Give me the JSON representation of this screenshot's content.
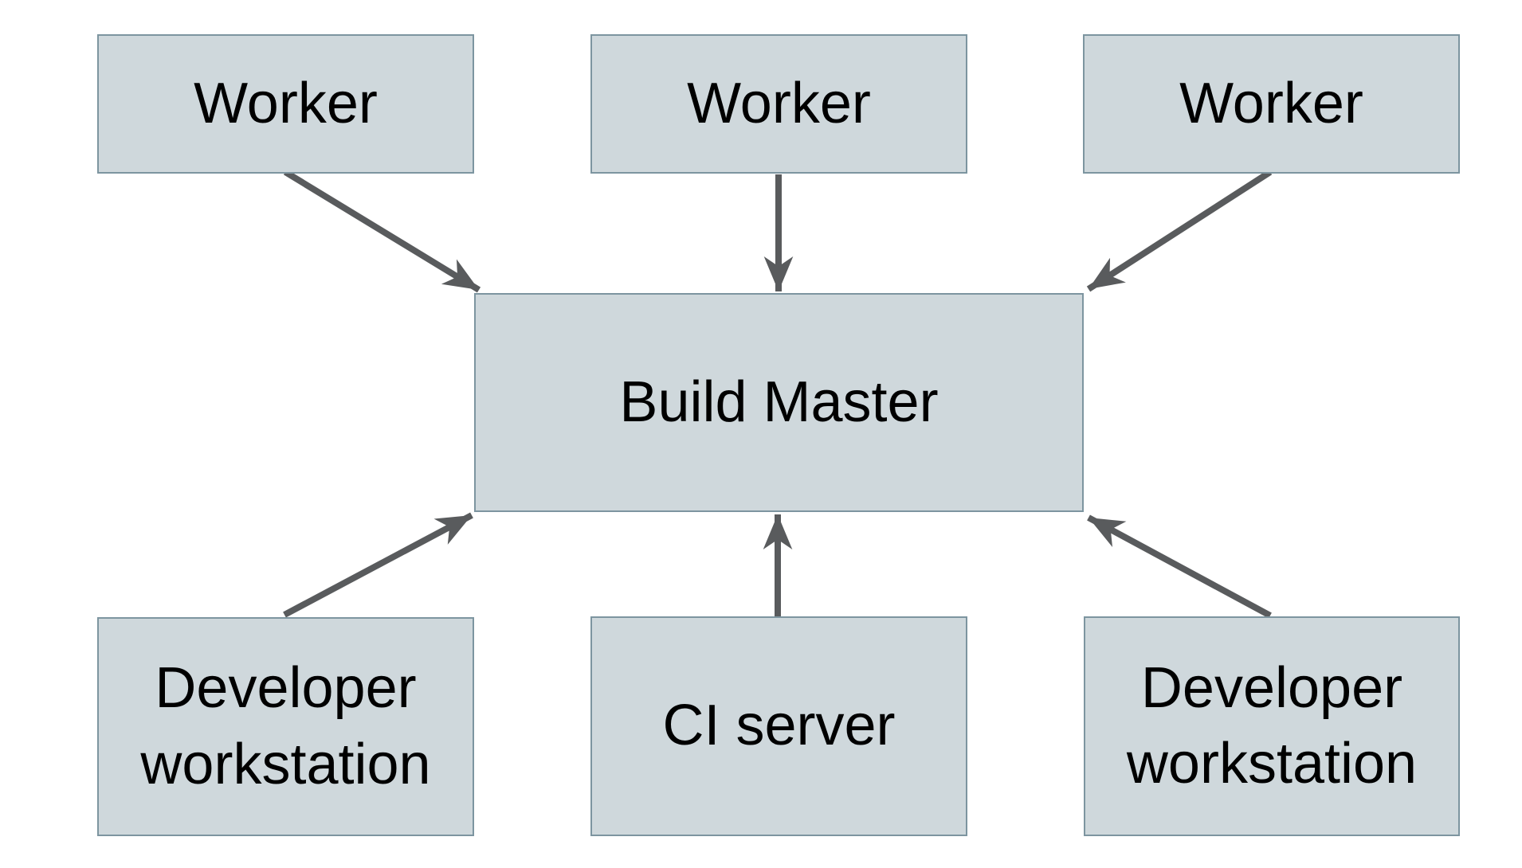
{
  "diagram": {
    "background_color": "#ffffff",
    "node_fill_color": "#cfd8dc",
    "node_border_color": "#7d95a0",
    "arrow_color": "#595b5d",
    "text_color": "#000000",
    "nodes": [
      {
        "id": "worker-1",
        "label": "Worker"
      },
      {
        "id": "worker-2",
        "label": "Worker"
      },
      {
        "id": "worker-3",
        "label": "Worker"
      },
      {
        "id": "build-master",
        "label": "Build Master"
      },
      {
        "id": "developer-workstation-left",
        "label": "Developer workstation"
      },
      {
        "id": "ci-server",
        "label": "CI server"
      },
      {
        "id": "developer-workstation-right",
        "label": "Developer workstation"
      }
    ],
    "edges": [
      {
        "from": "worker-1",
        "to": "build-master"
      },
      {
        "from": "worker-2",
        "to": "build-master"
      },
      {
        "from": "worker-3",
        "to": "build-master"
      },
      {
        "from": "developer-workstation-left",
        "to": "build-master"
      },
      {
        "from": "ci-server",
        "to": "build-master"
      },
      {
        "from": "developer-workstation-right",
        "to": "build-master"
      }
    ]
  }
}
